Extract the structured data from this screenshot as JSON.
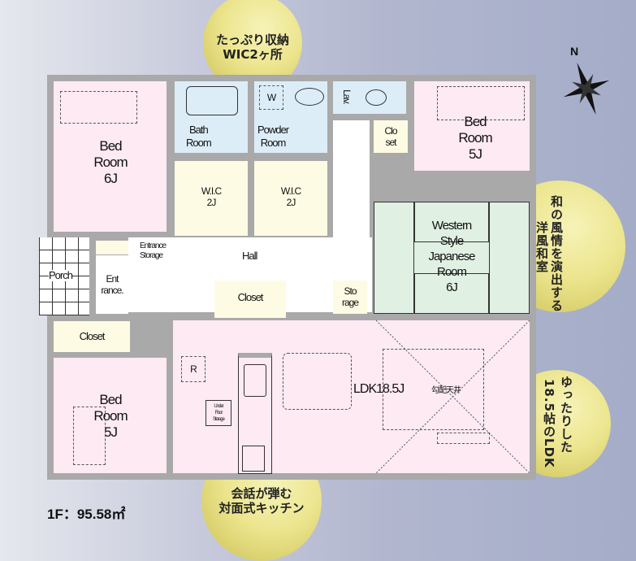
{
  "callouts": {
    "top": [
      "たっぷり収納",
      "WIC2ヶ所"
    ],
    "right_upper": [
      "和の風情を演出する",
      "洋風和室"
    ],
    "right_lower": [
      "ゆったりした",
      "18.5帖のLDK"
    ],
    "bottom": [
      "会話が弾む",
      "対面式キッチン"
    ]
  },
  "compass": {
    "label": "N"
  },
  "rooms": {
    "bed1": [
      "Bed",
      "Room",
      "6J"
    ],
    "bath": [
      "Bath",
      "Room"
    ],
    "powder": [
      "Powder",
      "Room"
    ],
    "washer": "W",
    "lav": "Lav.",
    "closet_top": [
      "Clo",
      "set"
    ],
    "bed2": [
      "Bed",
      "Room",
      "5J"
    ],
    "wic1": [
      "W.I.C",
      "2J"
    ],
    "wic2": [
      "W.I.C",
      "2J"
    ],
    "japanese": [
      "Western",
      "Style",
      "Japanese",
      "Room",
      "6J"
    ],
    "entrance_storage": [
      "Entrance",
      "Storage"
    ],
    "hall": "Hall",
    "porch": "Porch",
    "entrance": [
      "Ent",
      "rance."
    ],
    "closet_mid": "Closet",
    "storage": [
      "Sto",
      "rage"
    ],
    "closet_left": "Closet",
    "bed3": [
      "Bed",
      "Room",
      "5J"
    ],
    "refrigerator": "R",
    "under_floor": [
      "Under",
      "Floor",
      "Storage"
    ],
    "ldk": "LDK18.5J",
    "ceiling": "勾配天井"
  },
  "floor_area": "1F：95.58㎡"
}
